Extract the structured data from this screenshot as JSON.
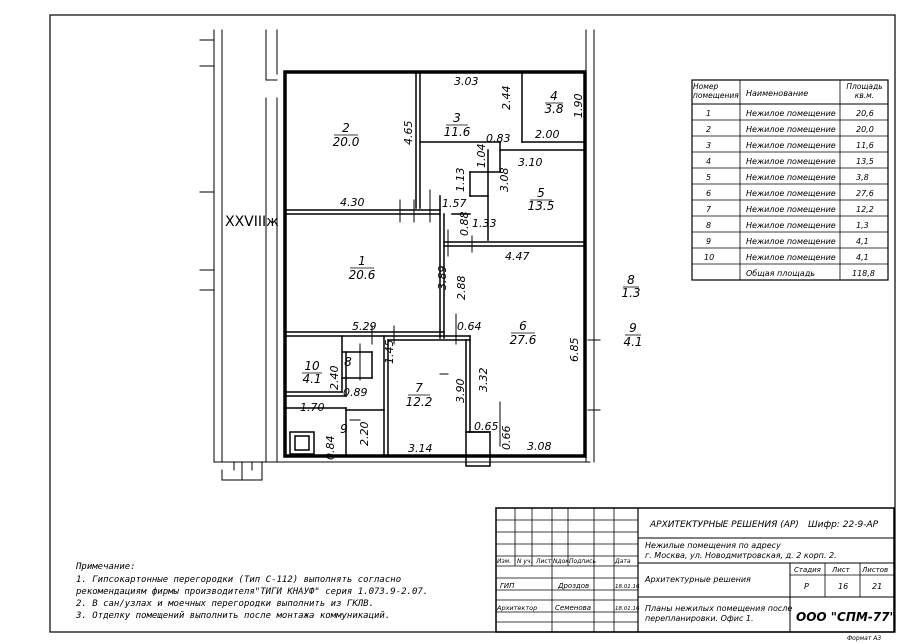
{
  "rooms": [
    {
      "no": "1",
      "area": "20.6"
    },
    {
      "no": "2",
      "area": "20.0"
    },
    {
      "no": "3",
      "area": "11.6"
    },
    {
      "no": "4",
      "area": "3.8"
    },
    {
      "no": "5",
      "area": "13.5"
    },
    {
      "no": "6",
      "area": "27.6"
    },
    {
      "no": "7",
      "area": "12.2"
    },
    {
      "no": "8",
      "area": "1.3"
    },
    {
      "no": "9",
      "area": "4.1"
    },
    {
      "no": "10",
      "area": "4.1"
    }
  ],
  "small_labels": {
    "room8": "8",
    "room9": "9"
  },
  "axis_label": "XXVIIIж",
  "dims": {
    "d303": "3.03",
    "d465": "4.65",
    "d244": "2.44",
    "d190": "1.90",
    "d083": "0.83",
    "d200": "2.00",
    "d104": "1.04",
    "d310": "3.10",
    "d113": "1.13",
    "d308": "3.08",
    "d430": "4.30",
    "d157": "1.57",
    "d088": "0.88",
    "d133": "1.33",
    "d447": "4.47",
    "d389": "3.89",
    "d288": "2.88",
    "d529": "5.29",
    "d064": "0.64",
    "d685": "6.85",
    "d145": "1.45",
    "d240": "2.40",
    "d089": "0.89",
    "d390": "3.90",
    "d332": "3.32",
    "d170": "1.70",
    "d220": "2.20",
    "d084": "0.84",
    "d314": "3.14",
    "d065": "0.65",
    "d066": "0.66",
    "d308b": "3.08"
  },
  "explication": {
    "headers": [
      "Номер помещения",
      "Наименование",
      "Площадь кв.м."
    ],
    "rows": [
      [
        "1",
        "Нежилое помещение",
        "20,6"
      ],
      [
        "2",
        "Нежилое помещение",
        "20,0"
      ],
      [
        "3",
        "Нежилое помещение",
        "11,6"
      ],
      [
        "4",
        "Нежилое помещение",
        "13,5"
      ],
      [
        "5",
        "Нежилое помещение",
        "3,8"
      ],
      [
        "6",
        "Нежилое помещение",
        "27,6"
      ],
      [
        "7",
        "Нежилое помещение",
        "12,2"
      ],
      [
        "8",
        "Нежилое помещение",
        "1,3"
      ],
      [
        "9",
        "Нежилое помещение",
        "4,1"
      ],
      [
        "10",
        "Нежилое помещение",
        "4,1"
      ]
    ],
    "total_label": "Общая площадь",
    "total_value": "118,8"
  },
  "notes": {
    "title": "Примечание:",
    "lines": [
      "1.    Гипсокартонные перегородки (Тип С-112) выполнять согласно",
      "рекомендациям фирмы производителя\"ТИГИ КНАУФ\" серия 1.073.9-2.07.",
      "2.    В сан/узлах и моечных перегородки выполнить из ГКЛВ.",
      "3.    Отделку помещений выполнить  после монтажа коммуникаций."
    ]
  },
  "stamp": {
    "section": "АРХИТЕКТУРНЫЕ РЕШЕНИЯ (АР)",
    "code": "Шифр: 22-9-АР",
    "address1": "Нежилые помещения по адресу",
    "address2": "г. Москва, ул. Новодмитровская, д. 2 корп. 2.",
    "col_heads": [
      "Изм.",
      "N уч.",
      "Лист",
      "Nдок.",
      "Подпись",
      "Дата"
    ],
    "row1": {
      "role": "ГИП",
      "name": "Дроздов",
      "date": "18.01.16"
    },
    "row2": {
      "role": "Архитектор",
      "name": "Семенова",
      "date": "18.01.16"
    },
    "stage_label": "Стадия",
    "sheet_label": "Лист",
    "sheets_label": "Листов",
    "stage": "Р",
    "sheet": "16",
    "sheets": "21",
    "doc_title": "Архитектурные решения",
    "plan_title1": "Планы нежилых помещения после",
    "plan_title2": "перепланировки. Офис 1.",
    "company": "ООО \"СПМ-77\"",
    "format": "Формат А3"
  }
}
